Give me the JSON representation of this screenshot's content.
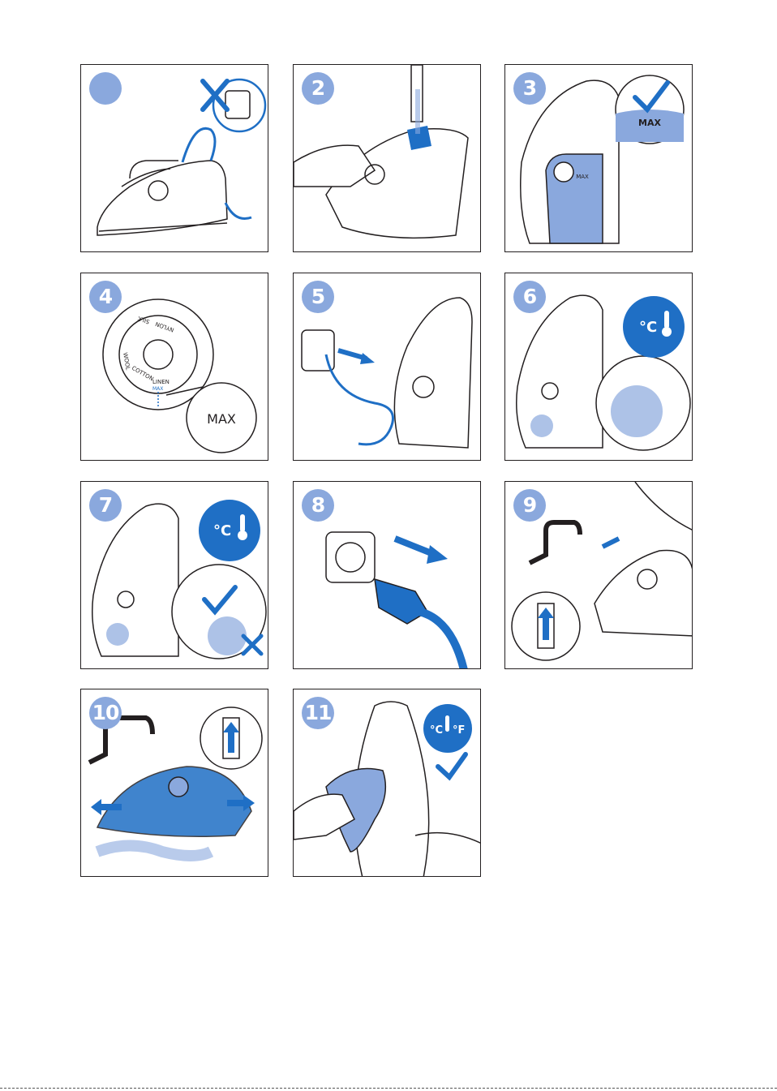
{
  "colors": {
    "accent": "#1f6fc5",
    "light_blue": "#8aa8dd",
    "line": "#231f20"
  },
  "steps": [
    {
      "number": ""
    },
    {
      "number": "2"
    },
    {
      "number": "3",
      "label": "MAX",
      "inner_label": "MAX"
    },
    {
      "number": "4",
      "dial": {
        "nylon": "NYLON",
        "silk": "SILK",
        "wool": "WOOL",
        "cotton": "COTTON",
        "linen": "LINEN",
        "max": "MAX"
      },
      "callout": "MAX"
    },
    {
      "number": "5"
    },
    {
      "number": "6",
      "temp": "°C"
    },
    {
      "number": "7",
      "temp": "°C"
    },
    {
      "number": "8"
    },
    {
      "number": "9"
    },
    {
      "number": "10"
    },
    {
      "number": "11",
      "temp_c": "°C",
      "temp_f": "°F"
    }
  ]
}
